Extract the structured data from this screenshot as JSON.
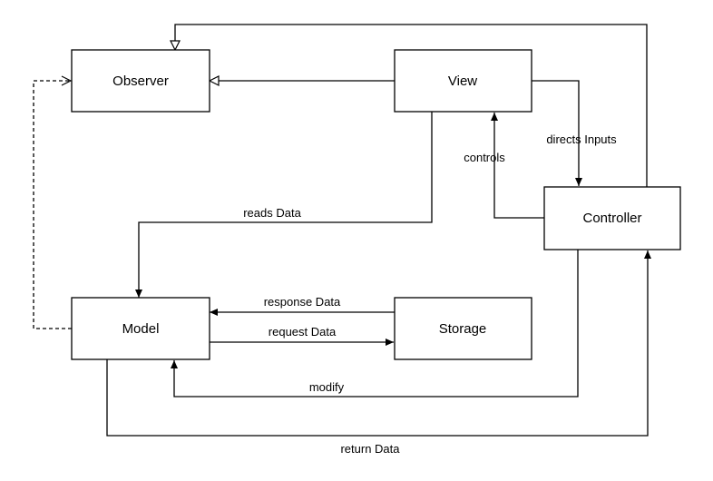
{
  "nodes": {
    "observer": "Observer",
    "view": "View",
    "controller": "Controller",
    "model": "Model",
    "storage": "Storage"
  },
  "edges": {
    "directs_inputs": "directs Inputs",
    "controls": "controls",
    "reads_data": "reads Data",
    "response_data": "response Data",
    "request_data": "request Data",
    "modify": "modify",
    "return_data": "return Data"
  },
  "colors": {
    "stroke": "#000000",
    "background": "#ffffff"
  }
}
